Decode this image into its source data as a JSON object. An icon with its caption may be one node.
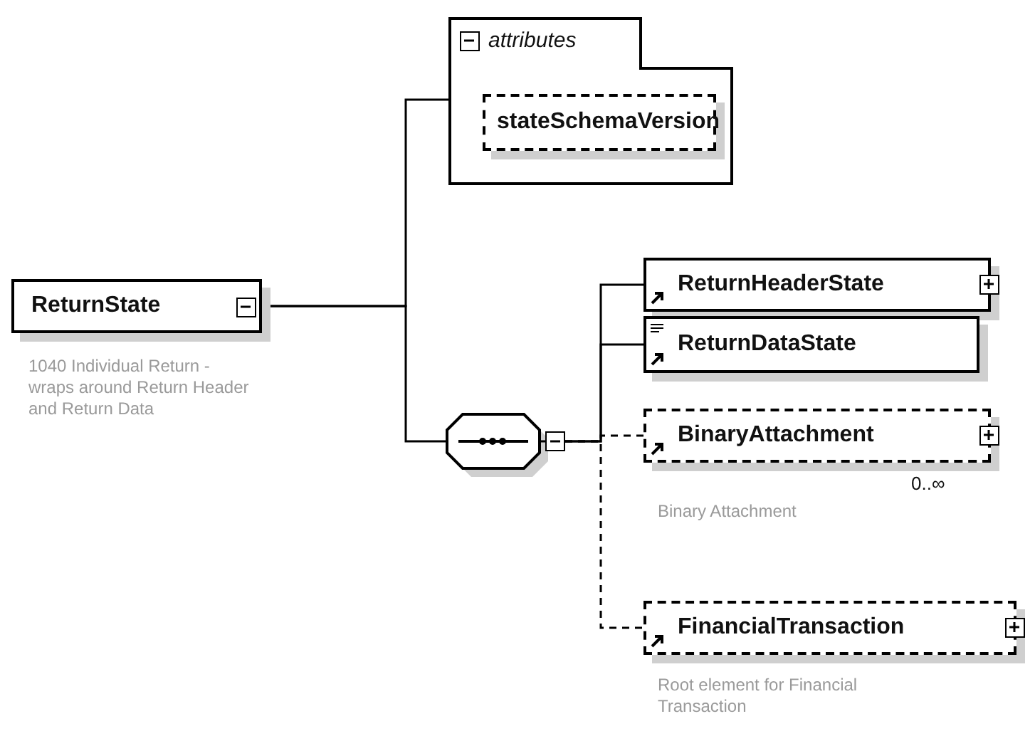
{
  "diagram": {
    "nodes": [
      {
        "text": [
          "ReturnState"
        ],
        "beside": [
          "1040 Individual Return - wraps around Return Header and Return Data"
        ]
      },
      {
        "text": [
          "attributes"
        ]
      },
      {
        "text": [
          "stateSchemaVersion"
        ],
        "in": 1
      },
      {
        "text": [],
        "shape": "octagon"
      },
      {
        "text": [
          "ReturnHeaderState"
        ]
      },
      {
        "text": [
          "ReturnDataState"
        ]
      },
      {
        "text": [
          "BinaryAttachment"
        ],
        "beside": [
          "0..∞",
          "Binary Attachment"
        ]
      },
      {
        "text": [
          "FinancialTransaction"
        ],
        "beside": [
          "Root element for Financial Transaction"
        ]
      }
    ],
    "edges": [
      {
        "from": 0,
        "to": 1,
        "arrow": "none"
      },
      {
        "from": 0,
        "to": 3,
        "arrow": "none"
      },
      {
        "from": 3,
        "to": 4,
        "arrow": "none"
      },
      {
        "from": 3,
        "to": 5,
        "arrow": "none"
      },
      {
        "from": 3,
        "to": 6,
        "arrow": "none",
        "style": "dashed"
      },
      {
        "from": 3,
        "to": 7,
        "arrow": "none",
        "style": "dashed"
      }
    ]
  }
}
